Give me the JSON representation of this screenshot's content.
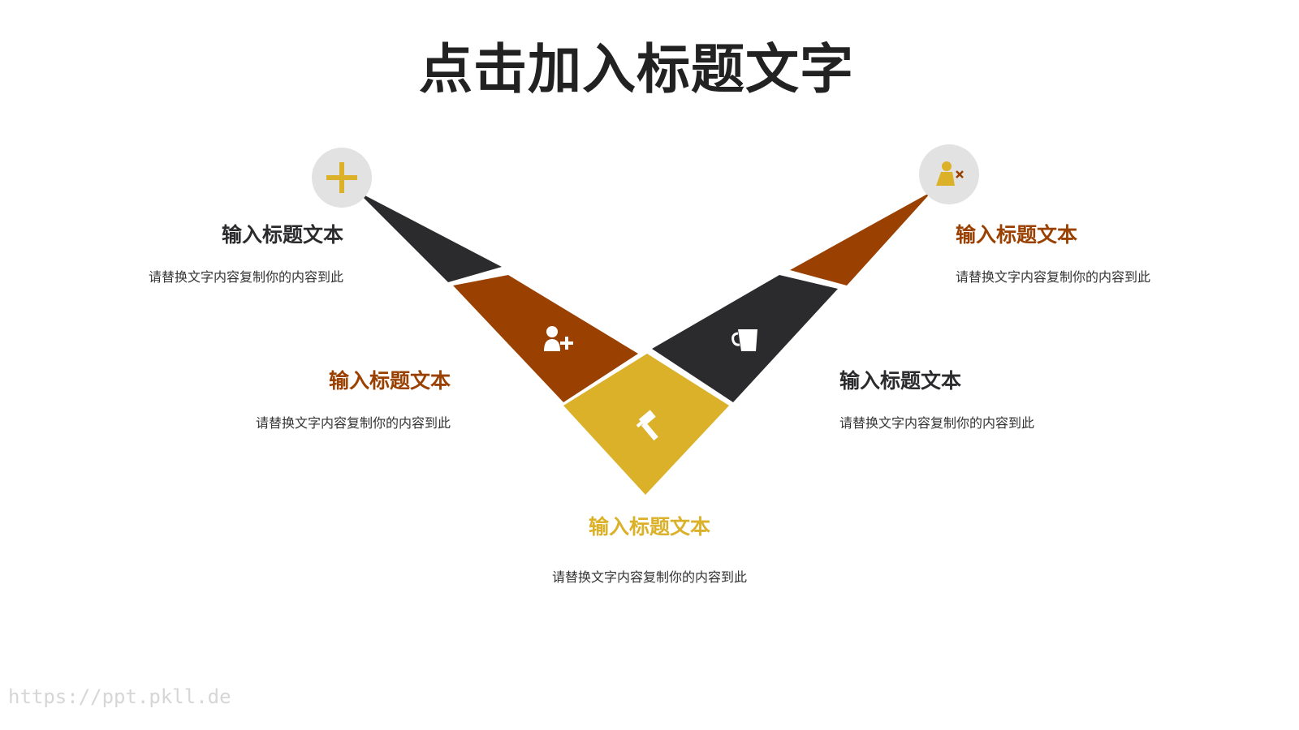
{
  "title": "点击加入标题文字",
  "colors": {
    "dark": "#2b2b2e",
    "brown": "#9a4000",
    "gold": "#dbb12a",
    "circle": "#e2e2e2",
    "text": "#333333"
  },
  "items": [
    {
      "heading": "输入标题文本",
      "desc": "请替换文字内容复制你的内容到此",
      "color": "#2b2b2e"
    },
    {
      "heading": "输入标题文本",
      "desc": "请替换文字内容复制你的内容到此",
      "color": "#9a4000"
    },
    {
      "heading": "输入标题文本",
      "desc": "请替换文字内容复制你的内容到此",
      "color": "#dbb12a"
    },
    {
      "heading": "输入标题文本",
      "desc": "请替换文字内容复制你的内容到此",
      "color": "#2b2b2e"
    },
    {
      "heading": "输入标题文本",
      "desc": "请替换文字内容复制你的内容到此",
      "color": "#9a4000"
    }
  ],
  "icons": {
    "top_left": "plus-icon",
    "top_right": "user-remove-icon",
    "brown_segment": "add-user-icon",
    "dark_segment": "mug-icon",
    "gold_segment": "gavel-icon"
  },
  "watermark": "https://ppt.pkll.de"
}
